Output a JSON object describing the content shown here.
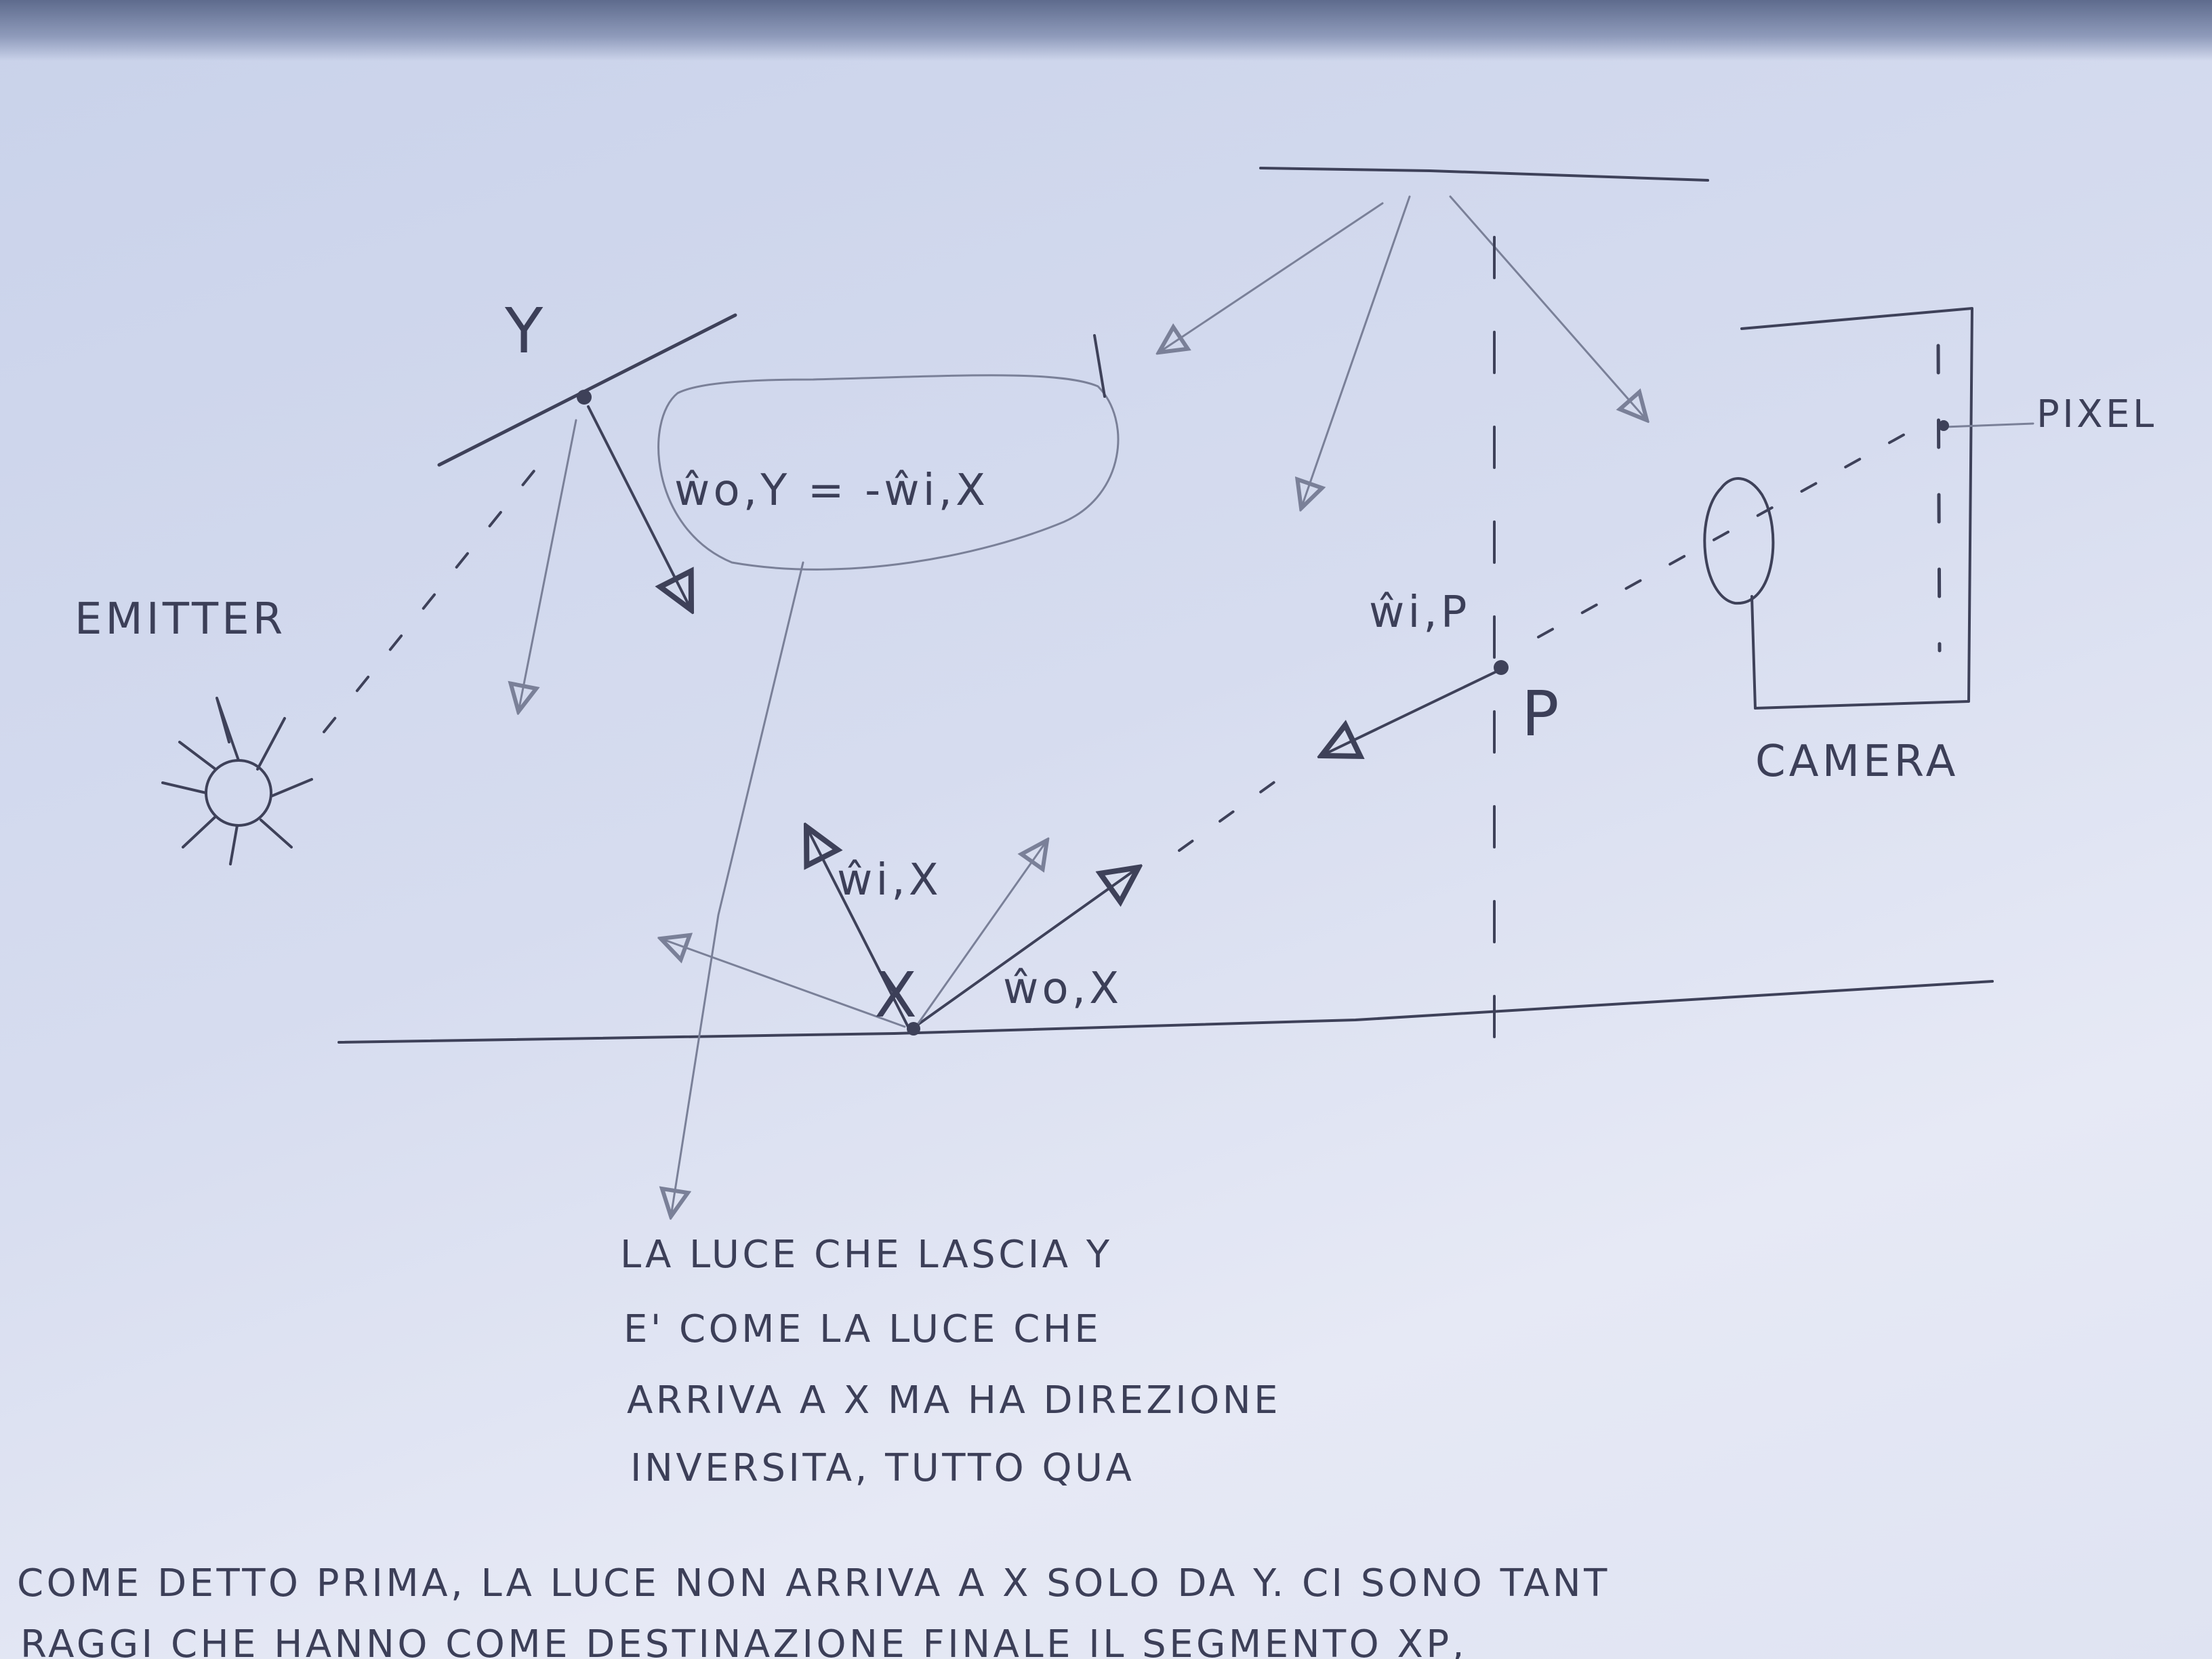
{
  "labels": {
    "point_y": "Y",
    "point_x": "X",
    "point_p": "P",
    "emitter": "EMITTER",
    "camera": "CAMERA",
    "pixel": "PIXEL",
    "bubble_formula": "ŵo,Y = -ŵi,X",
    "wi_x": "ŵi,X",
    "wo_x": "ŵo,X",
    "wi_p": "ŵi,P"
  },
  "note": {
    "line1": "LA LUCE CHE LASCIA Y",
    "line2": "E' COME LA LUCE CHE",
    "line3": "ARRIVA A X MA HA DIREZIONE",
    "line4": "INVERSITA, TUTTO QUA"
  },
  "bottom_text": {
    "line1": "COME DETTO PRIMA, LA LUCE NON ARRIVA A X SOLO DA Y. CI SONO TANT",
    "line2": "RAGGI CHE HANNO COME DESTINAZIONE FINALE IL SEGMENTO XP,"
  }
}
